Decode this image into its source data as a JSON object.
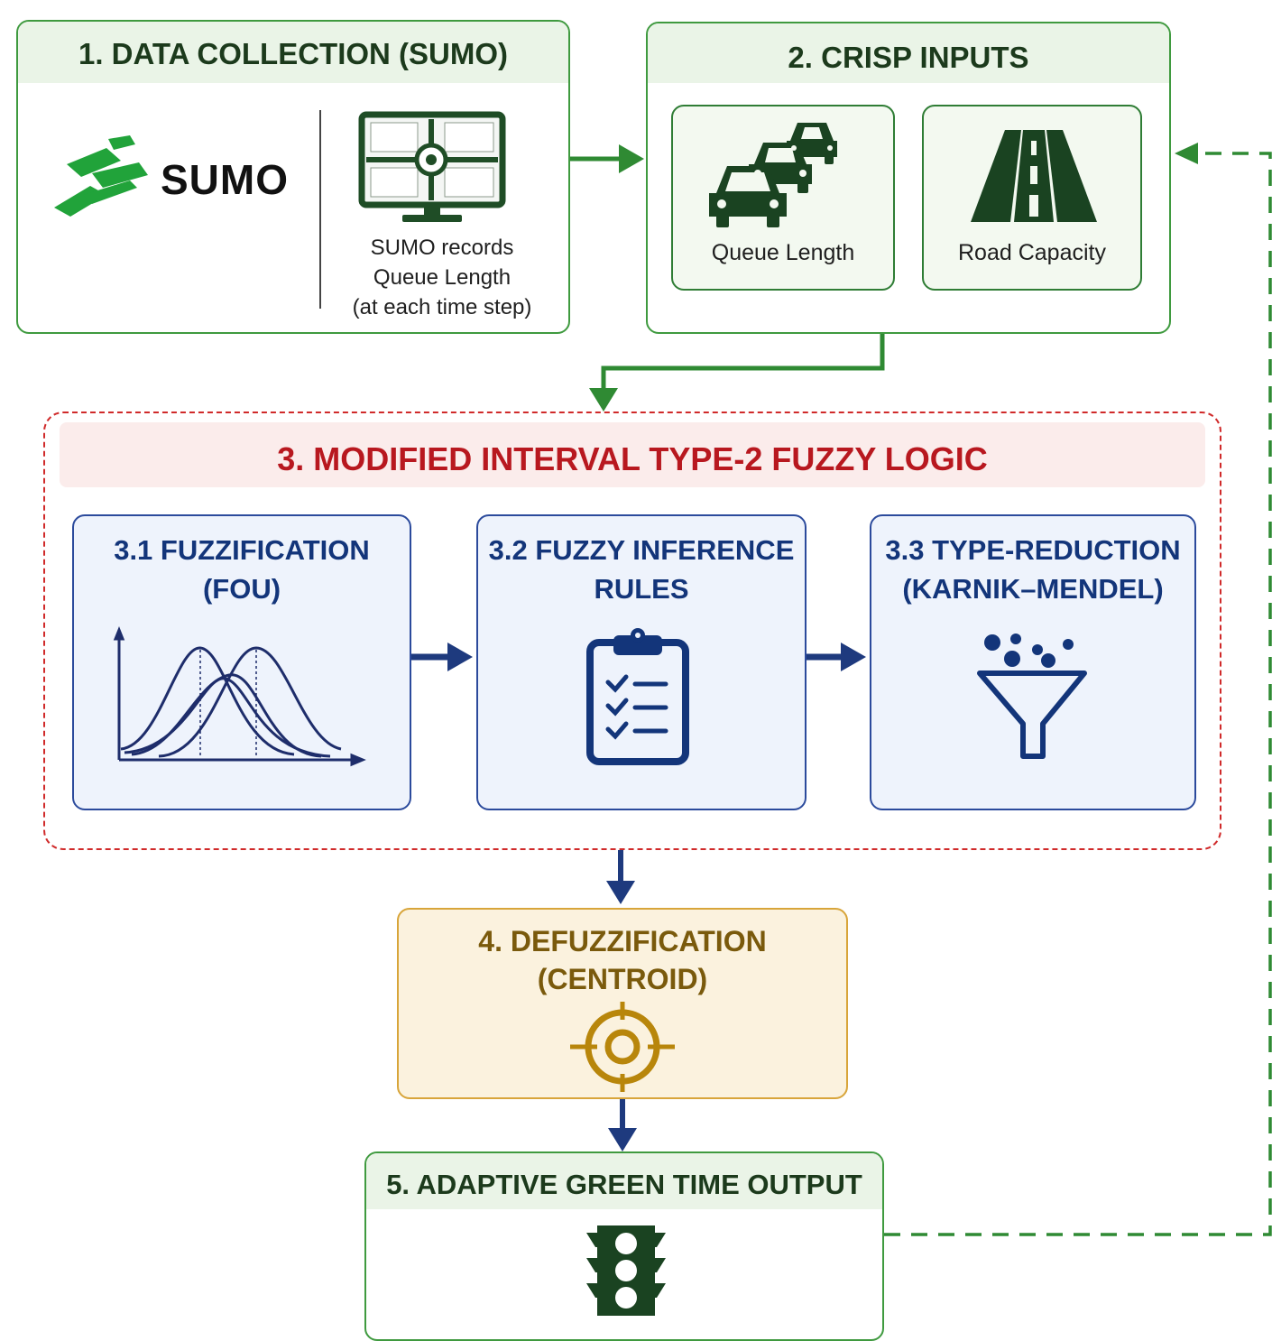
{
  "steps": {
    "data_collection": {
      "title": "1. DATA COLLECTION (SUMO)",
      "logo_text": "SUMO",
      "caption_lines": [
        "SUMO records",
        "Queue Length",
        "(at each time step)"
      ]
    },
    "crisp_inputs": {
      "title": "2. CRISP INPUTS",
      "inputs": [
        {
          "label": "Queue Length",
          "icon": "cars-queue-icon"
        },
        {
          "label": "Road Capacity",
          "icon": "road-icon"
        }
      ]
    },
    "fuzzy_logic": {
      "title": "3. MODIFIED INTERVAL TYPE-2 FUZZY LOGIC",
      "substeps": [
        {
          "title_lines": [
            "3.1 FUZZIFICATION",
            "(FOU)"
          ],
          "icon": "fou-curves-icon"
        },
        {
          "title_lines": [
            "3.2 FUZZY INFERENCE",
            "RULES"
          ],
          "icon": "clipboard-checklist-icon"
        },
        {
          "title_lines": [
            "3.3 TYPE-REDUCTION",
            "(KARNIK–MENDEL)"
          ],
          "icon": "funnel-icon"
        }
      ]
    },
    "defuzzification": {
      "title_lines": [
        "4. DEFUZZIFICATION",
        "(CENTROID)"
      ],
      "icon": "target-icon"
    },
    "output": {
      "title": "5. ADAPTIVE GREEN TIME OUTPUT",
      "icon": "traffic-light-icon"
    }
  },
  "colors": {
    "green": "#3f9a3f",
    "dark_green": "#1e5a22",
    "fuzzy_red": "#b8181f",
    "navy": "#13357a",
    "gold": "#b8860b",
    "gold_text": "#7a5a0c"
  }
}
